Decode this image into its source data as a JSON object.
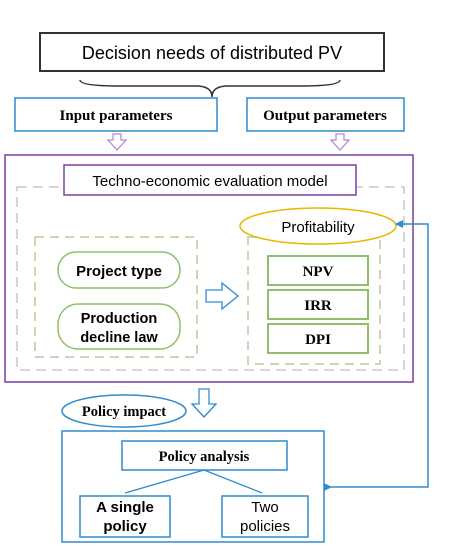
{
  "title": "Decision needs of distributed PV",
  "inputs": "Input parameters",
  "outputs": "Output parameters",
  "model": "Techno-economic evaluation model",
  "profitability": "Profitability",
  "indicators": [
    "NPV",
    "IRR",
    "DPI"
  ],
  "project_type": "Project type",
  "production_line1": "Production",
  "production_line2": "decline law",
  "policy_impact": "Policy impact",
  "policy_analysis": "Policy analysis",
  "single_line1": "A single",
  "single_line2": "policy",
  "two_line1": "Two",
  "two_line2": "policies",
  "colors": {
    "blue": "#2e8bcf",
    "purple": "#7a3f9e",
    "green": "#8fbf6a",
    "gold": "#e6b800",
    "arrow": "#b58cd1"
  }
}
